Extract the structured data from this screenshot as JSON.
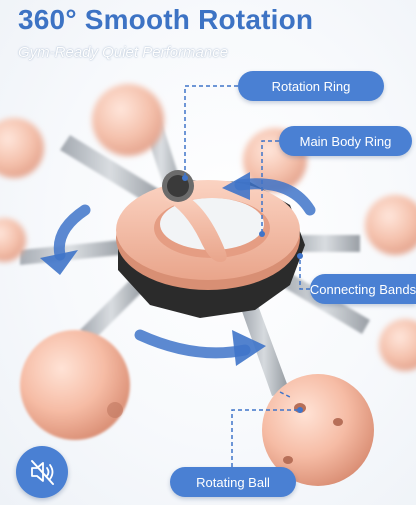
{
  "header": {
    "title": "360° Smooth Rotation",
    "subtitle": "Gym-Ready Quiet Performance"
  },
  "callouts": {
    "rotation_ring": "Rotation Ring",
    "main_body_ring": "Main Body Ring",
    "connecting_bands": "Connecting Bands",
    "rotating_ball": "Rotating Ball"
  },
  "badge": {
    "icon": "mute-speaker-icon"
  },
  "colors": {
    "accent": "#4a80d3",
    "title": "#3d73c4",
    "peach": "#f5b9a1",
    "arrow": "#3f74c9",
    "frame": "#2b2b2b"
  }
}
